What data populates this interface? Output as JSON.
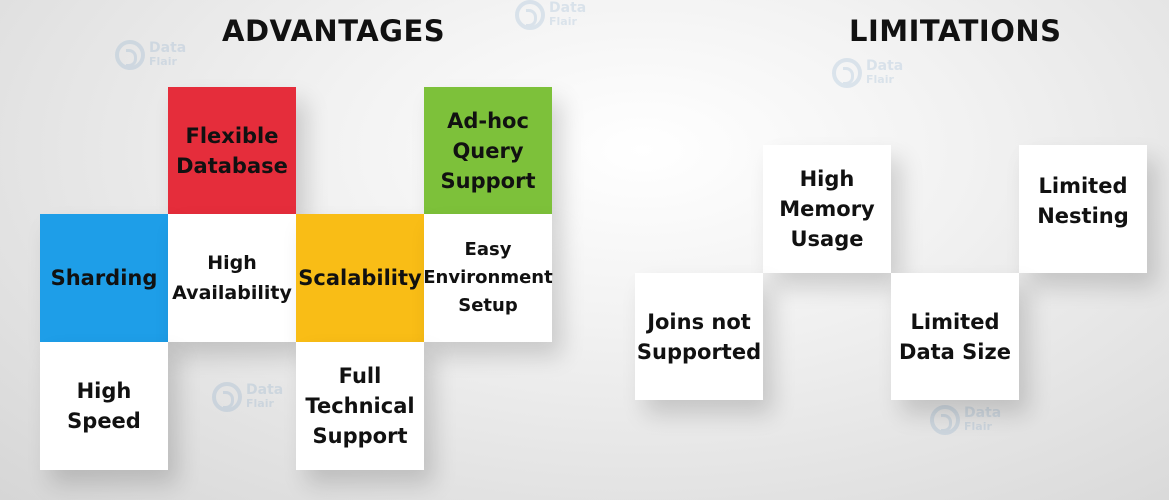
{
  "advantages": {
    "title": "ADVANTAGES",
    "tiles": [
      {
        "label": "Flexible\nDatabase",
        "color": "#e52d3b"
      },
      {
        "label": "Ad-hoc\nQuery\nSupport",
        "color": "#7dc13a"
      },
      {
        "label": "Sharding",
        "color": "#1e9ee8"
      },
      {
        "label": "High\nAvailability",
        "color": "#ffffff"
      },
      {
        "label": "Scalability",
        "color": "#f9bd16"
      },
      {
        "label": "Easy\nEnvironment\nSetup",
        "color": "#ffffff"
      },
      {
        "label": "High\nSpeed",
        "color": "#ffffff"
      },
      {
        "label": "Full\nTechnical\nSupport",
        "color": "#ffffff"
      }
    ]
  },
  "limitations": {
    "title": "LIMITATIONS",
    "tiles": [
      {
        "label": "High\nMemory\nUsage",
        "color": "#ffffff"
      },
      {
        "label": "Limited\nNesting",
        "color": "#ffffff"
      },
      {
        "label": "Joins not\nSupported",
        "color": "#ffffff"
      },
      {
        "label": "Limited\nData Size",
        "color": "#ffffff"
      }
    ]
  },
  "watermark": {
    "line1": "Data",
    "line2": "Flair"
  }
}
